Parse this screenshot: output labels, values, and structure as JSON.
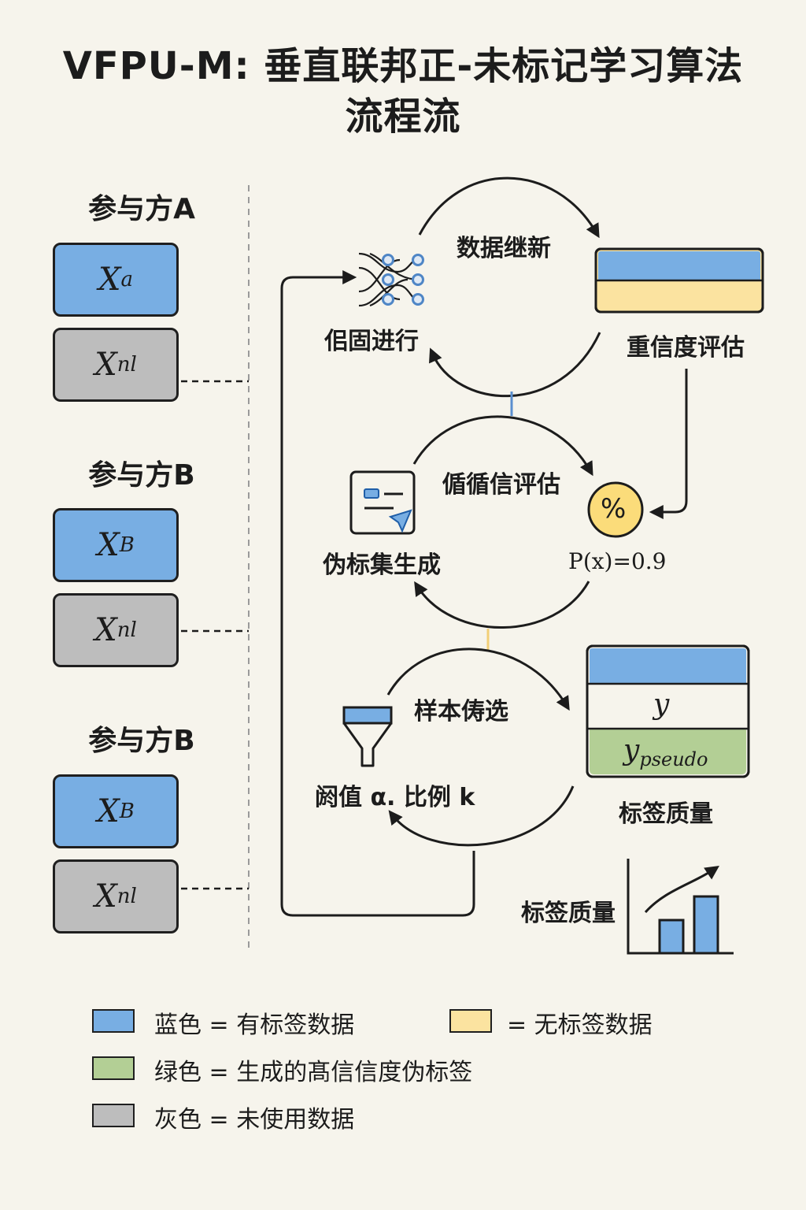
{
  "title": {
    "line1": "VFPU-M: 垂直联邦正-未标记学习算法",
    "line2": "流程流"
  },
  "parties": [
    {
      "title": "参与方A",
      "labeled": {
        "base": "X",
        "sub": "a"
      },
      "unlabeled": {
        "base": "X",
        "sub": "nl"
      }
    },
    {
      "title": "参与方B",
      "labeled": {
        "base": "X",
        "sub": "B"
      },
      "unlabeled": {
        "base": "X",
        "sub": "nl"
      }
    },
    {
      "title": "参与方B",
      "labeled": {
        "base": "X",
        "sub": "B"
      },
      "unlabeled": {
        "base": "X",
        "sub": "nl"
      }
    }
  ],
  "cycle1": {
    "top_label": "数据继新",
    "left_label": "佀固进行",
    "right_label": "重信度评估"
  },
  "cycle2": {
    "top_label": "偱循信评估",
    "left_label": "伪标集生成",
    "formula": "P(x)=0.9",
    "percent_symbol": "%"
  },
  "cycle3": {
    "top_label": "样本俦选",
    "left_label": "阏值 α. 比例 k",
    "table": {
      "row2": "y",
      "row3_base": "y",
      "row3_sub": "pseudo"
    },
    "table_caption": "标签质量"
  },
  "quality_chart_label": "标签质量",
  "legend": [
    {
      "color": "#78aee3",
      "text": "蓝色 = 有标签数据"
    },
    {
      "color": "#fbe3a0",
      "text": "= 无标签数据"
    },
    {
      "color": "#b3cf95",
      "text": "绿色 = 生成的髙信信度伪标签"
    },
    {
      "color": "#bdbdbd",
      "text": "灰色 = 未使用数据"
    }
  ],
  "colors": {
    "blue": "#78aee3",
    "yellow": "#fbe3a0",
    "green": "#b3cf95",
    "gray": "#bdbdbd",
    "circle_yellow": "#fbdc7a",
    "background": "#f6f4ec"
  },
  "icons": [
    "neural-network-icon",
    "data-table-icon",
    "percent-icon",
    "form-cursor-icon",
    "funnel-icon",
    "bar-chart-icon"
  ]
}
